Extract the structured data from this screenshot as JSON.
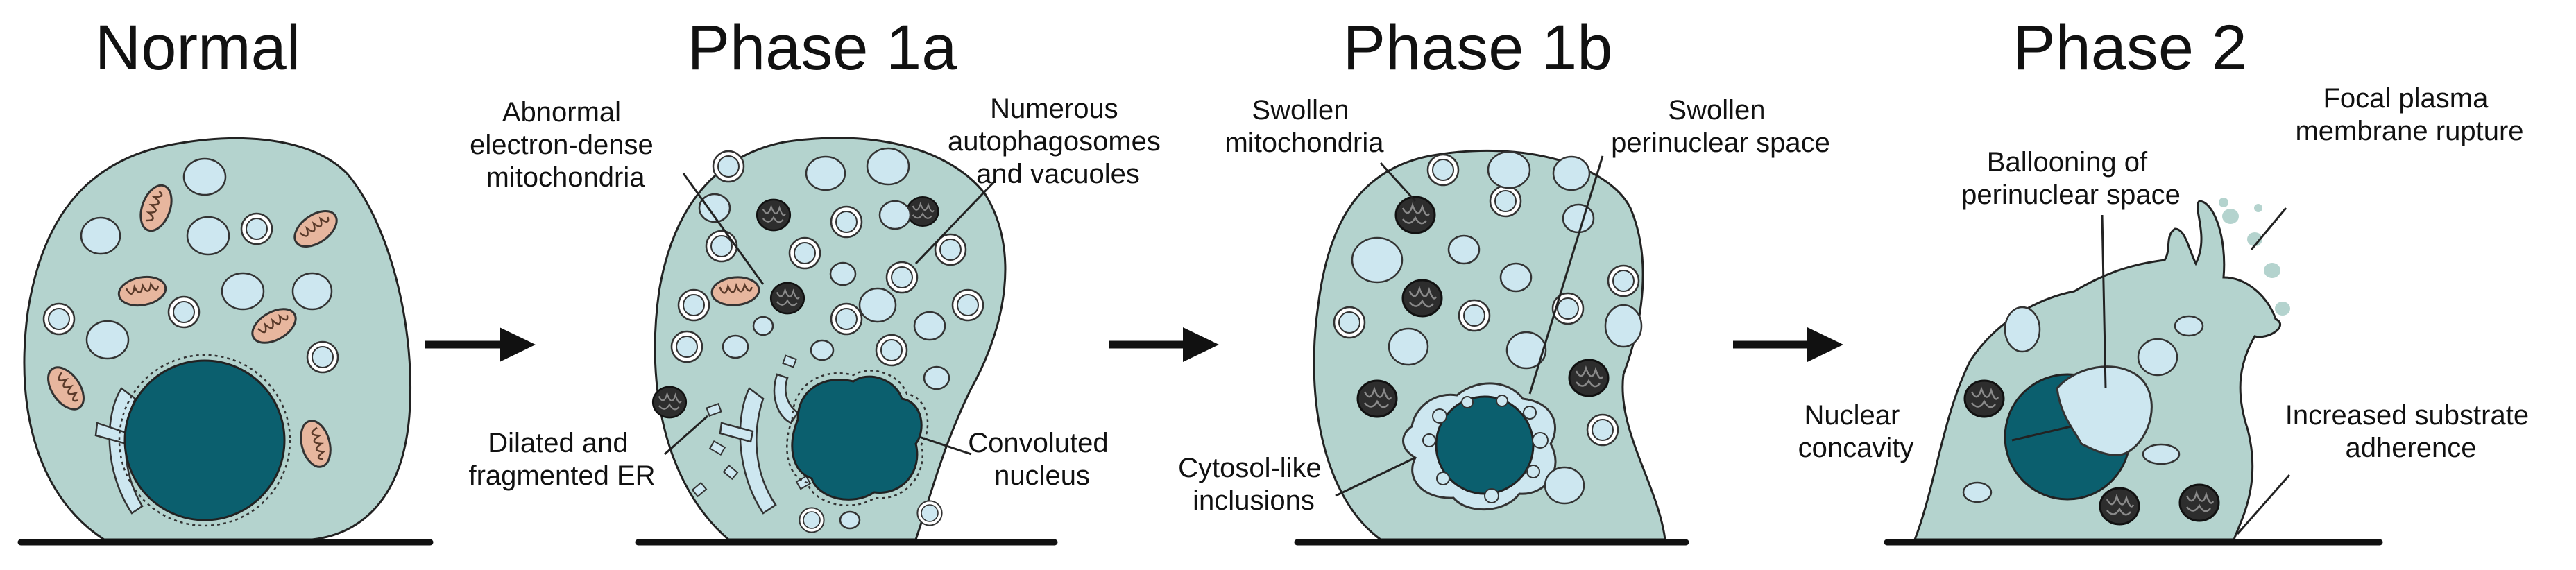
{
  "colors": {
    "cytoplasm": "#b4d3ce",
    "nucleus": "#0b5f6e",
    "vacuole": "#cde7f0",
    "mito_normal": "#e7b69e",
    "mito_dense": "#2d2d2d",
    "outline": "#222222",
    "perinuclear": "#cde7f0"
  },
  "icons": [
    "arrow-right-icon"
  ],
  "stages": [
    {
      "title": "Normal",
      "labels": []
    },
    {
      "title": "Phase 1a",
      "labels": [
        {
          "lines": [
            "Abnormal",
            "electron-dense",
            "mitochondria"
          ]
        },
        {
          "lines": [
            "Numerous",
            "autophagosomes",
            "and vacuoles"
          ]
        },
        {
          "lines": [
            "Dilated and",
            "fragmented ER"
          ]
        },
        {
          "lines": [
            "Convoluted",
            "nucleus"
          ]
        }
      ]
    },
    {
      "title": "Phase 1b",
      "labels": [
        {
          "lines": [
            "Swollen",
            "mitochondria"
          ]
        },
        {
          "lines": [
            "Swollen",
            "perinuclear space"
          ]
        },
        {
          "lines": [
            "Cytosol-like",
            "inclusions"
          ]
        }
      ]
    },
    {
      "title": "Phase 2",
      "labels": [
        {
          "lines": [
            "Focal plasma",
            "membrane rupture"
          ]
        },
        {
          "lines": [
            "Ballooning of",
            "perinuclear space"
          ]
        },
        {
          "lines": [
            "Nuclear",
            "concavity"
          ]
        },
        {
          "lines": [
            "Increased substrate",
            "adherence"
          ]
        }
      ]
    }
  ]
}
